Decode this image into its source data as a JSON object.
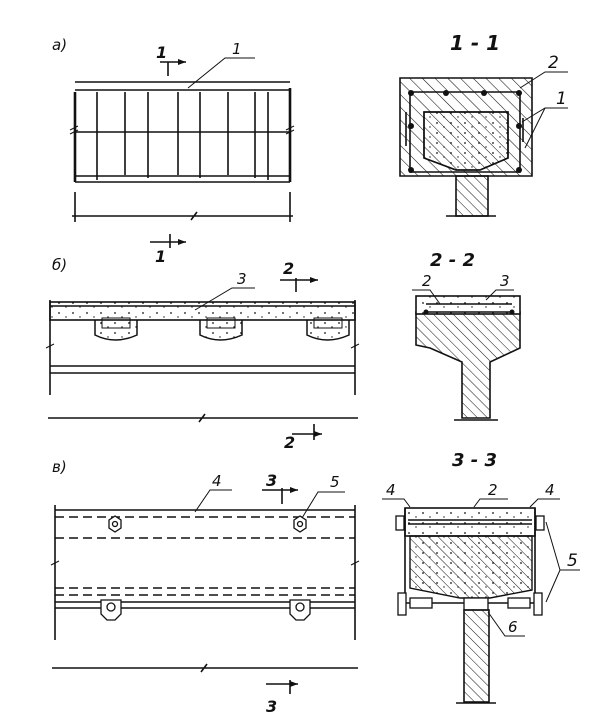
{
  "panels": {
    "a": {
      "label": "а)",
      "section_mark": "1",
      "leader": "1"
    },
    "b": {
      "label": "б)",
      "section_mark": "2",
      "leader": "3"
    },
    "c": {
      "label": "в)",
      "section_mark": "3",
      "leader_left": "4",
      "leader_right": "5"
    }
  },
  "sections": {
    "s1": {
      "title": "1 - 1",
      "labels": [
        "2",
        "1"
      ]
    },
    "s2": {
      "title": "2 - 2",
      "labels": [
        "2",
        "3"
      ]
    },
    "s3": {
      "title": "3 - 3",
      "labels": [
        "4",
        "2",
        "4",
        "5",
        "6"
      ]
    }
  }
}
